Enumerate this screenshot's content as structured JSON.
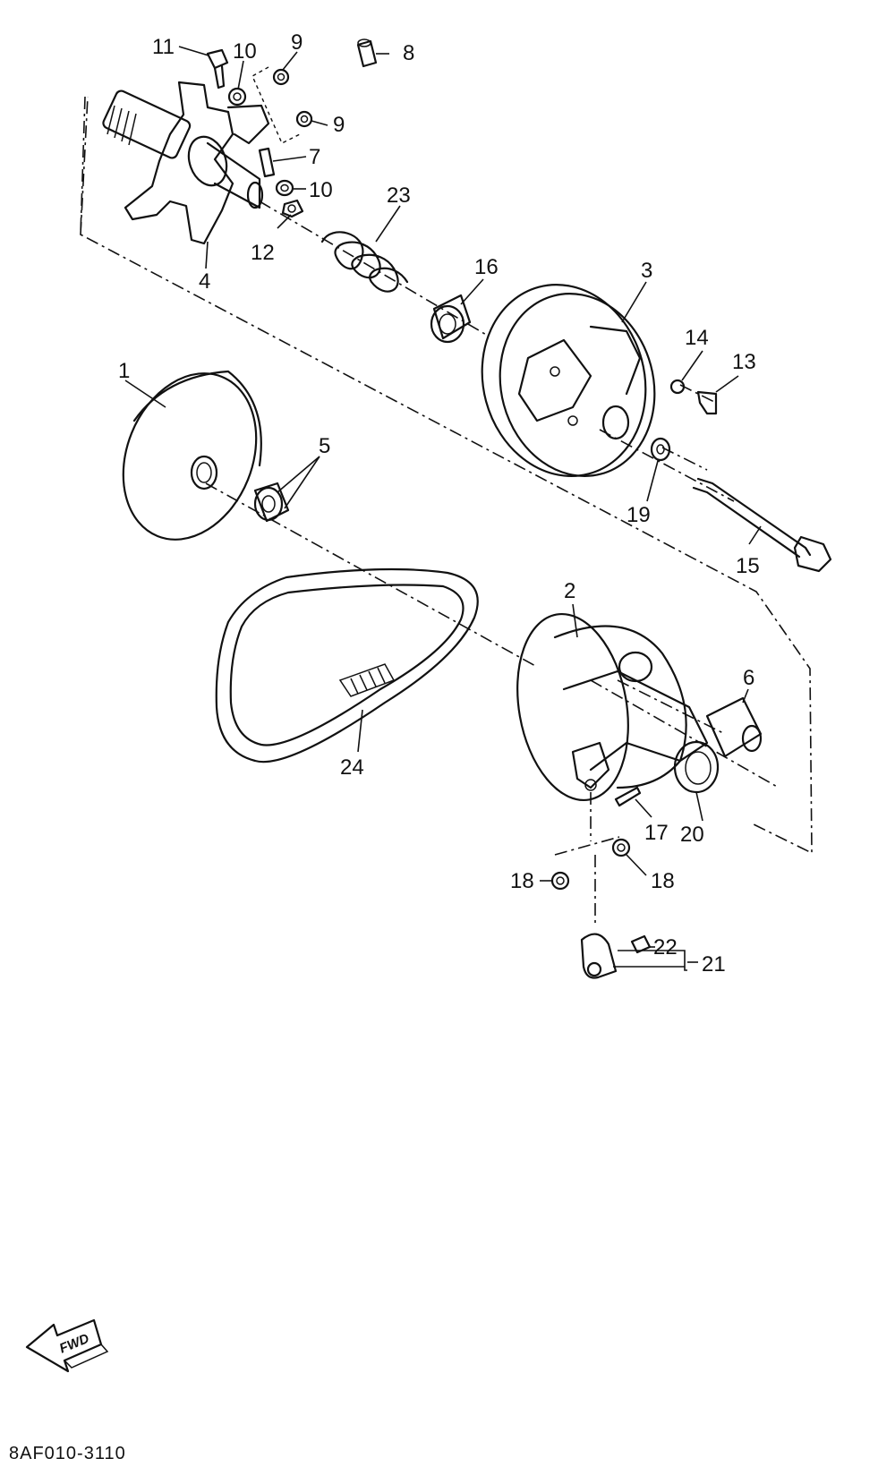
{
  "callouts": {
    "c1": "1",
    "c2": "2",
    "c3": "3",
    "c4": "4",
    "c5": "5",
    "c6": "6",
    "c7": "7",
    "c8": "8",
    "c9a": "9",
    "c9b": "9",
    "c10a": "10",
    "c10b": "10",
    "c11": "11",
    "c12": "12",
    "c13": "13",
    "c14": "14",
    "c15": "15",
    "c16": "16",
    "c17": "17",
    "c18a": "18",
    "c18b": "18",
    "c19": "19",
    "c20": "20",
    "c21": "21",
    "c22": "22",
    "c23": "23",
    "c24": "24"
  },
  "fwd_arrow": {
    "label": "FWD",
    "icon": "fwd-arrow-icon"
  },
  "diagram_code": "8AF010-3110"
}
